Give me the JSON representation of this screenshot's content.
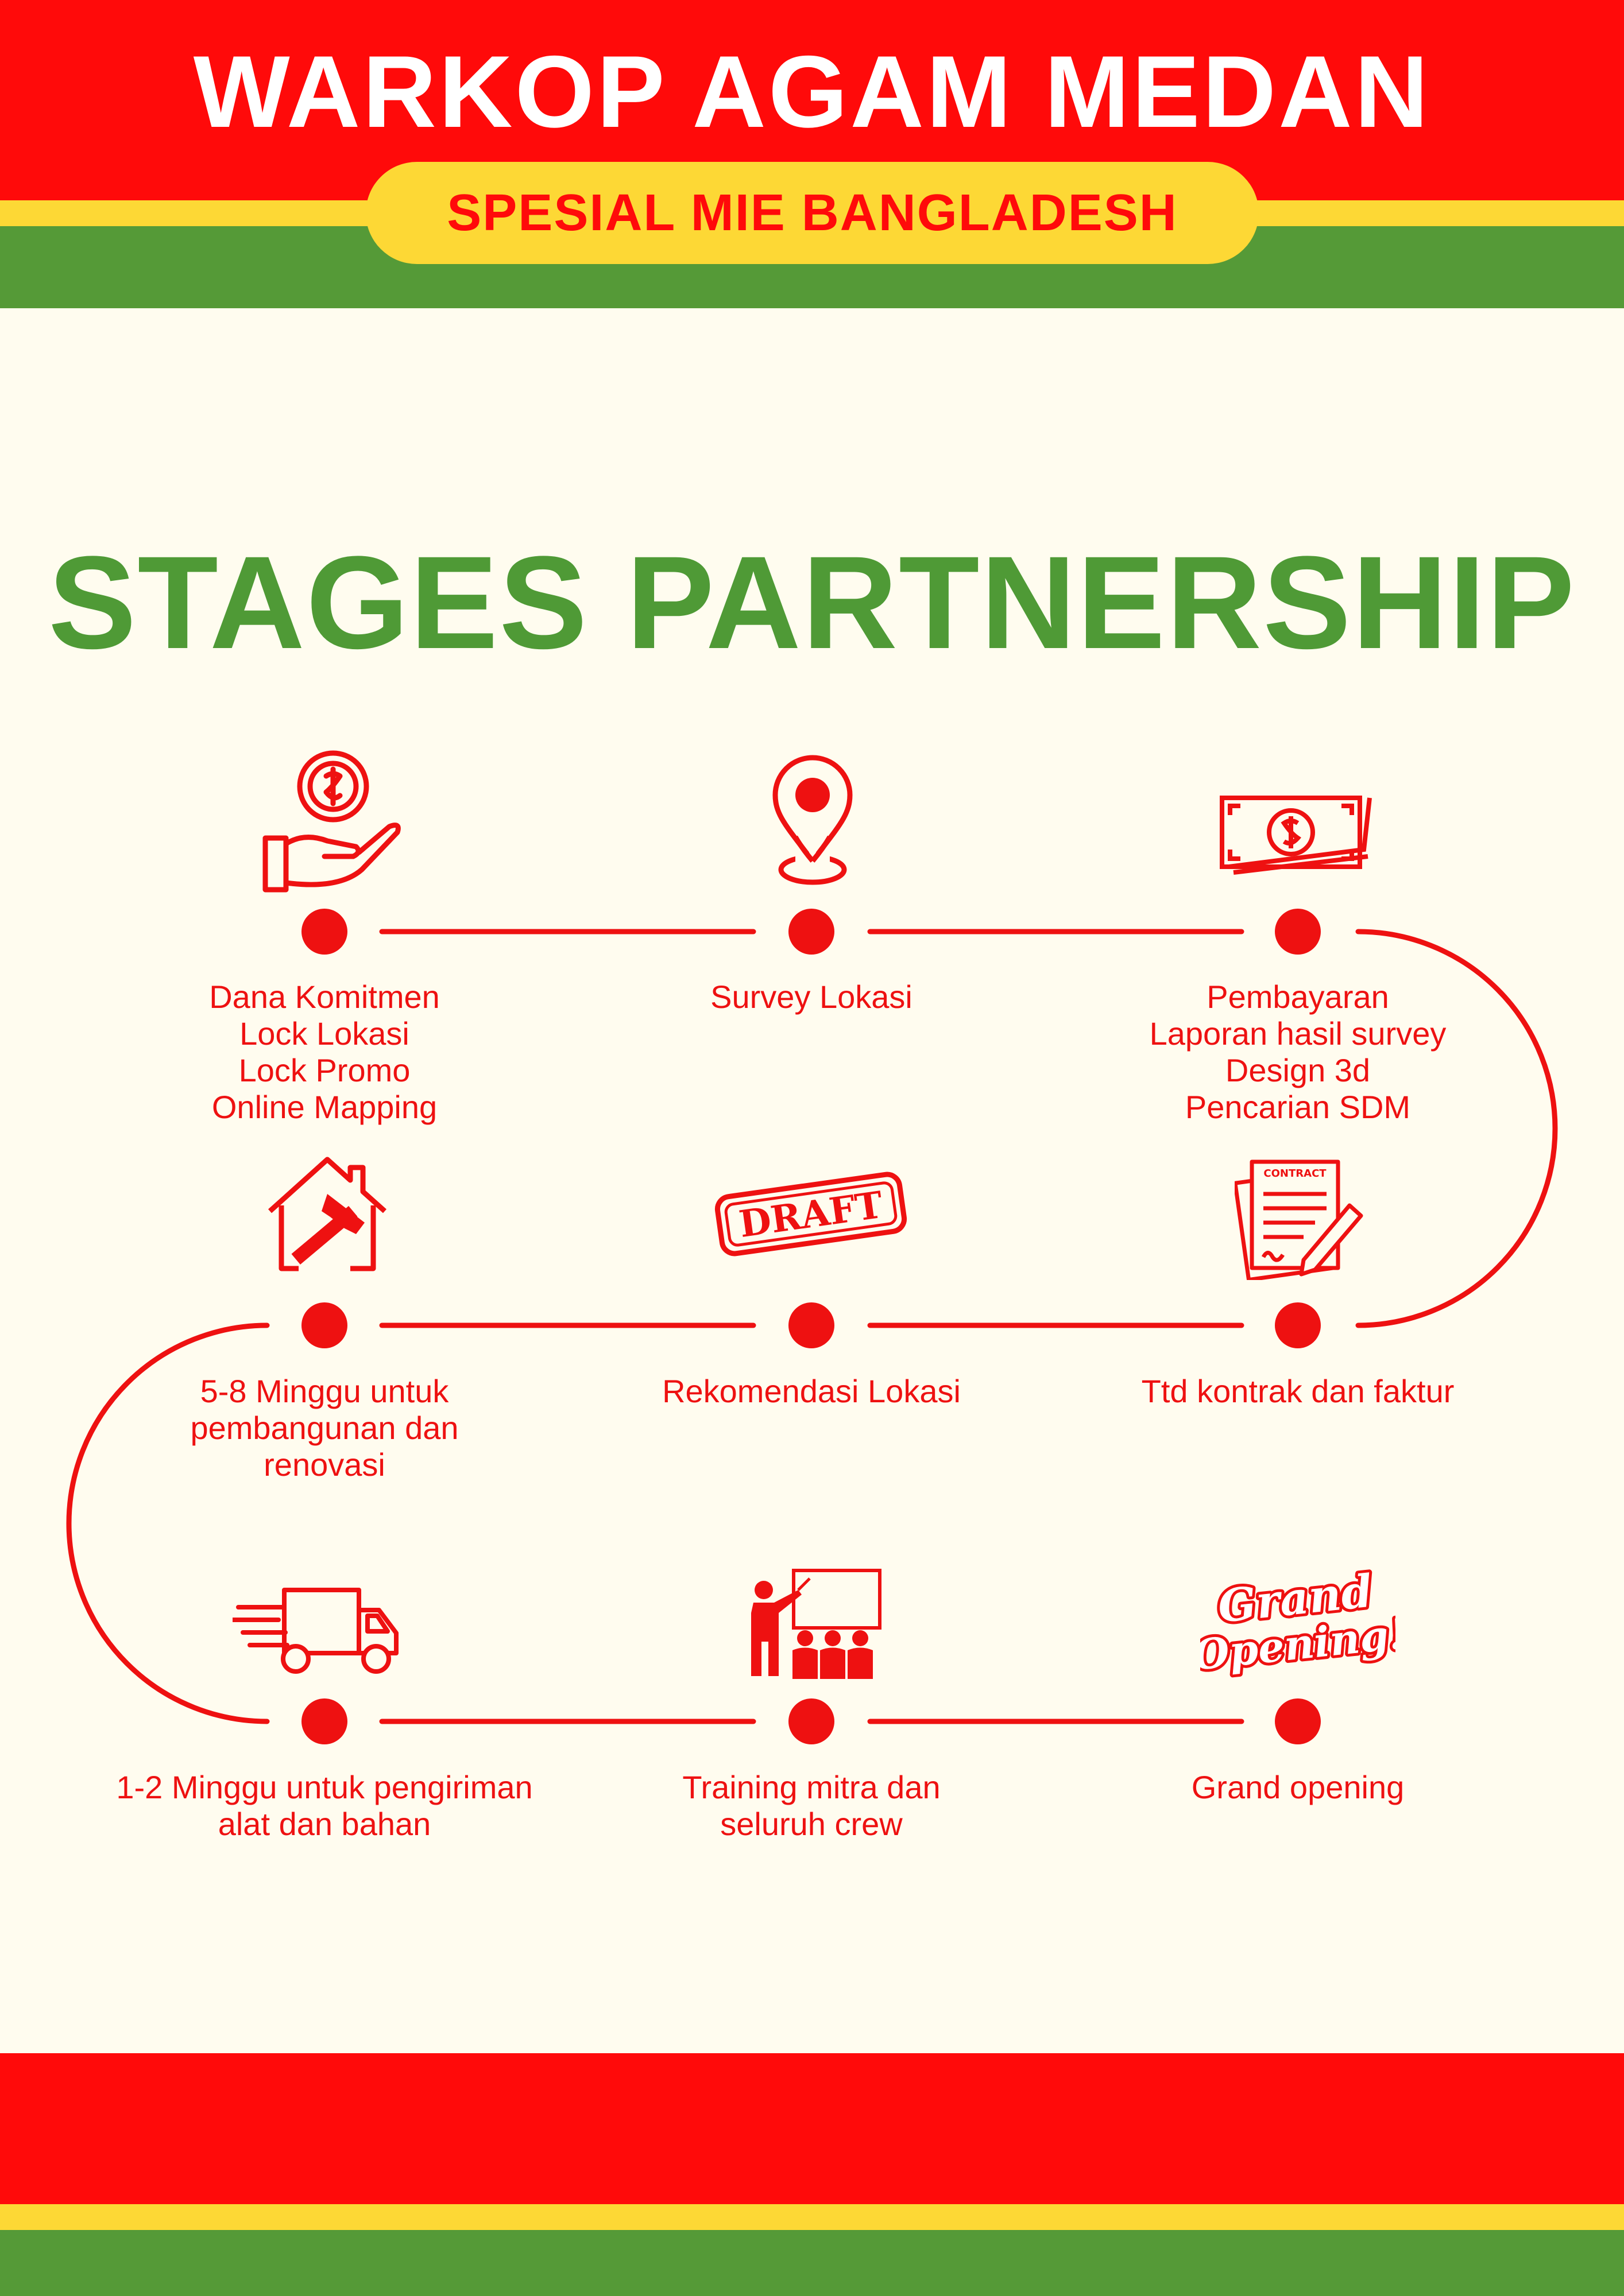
{
  "header": {
    "brand_name": "WARKOP AGAM MEDAN",
    "tagline": "SPESIAL MIE BANGLADESH"
  },
  "main": {
    "title": "STAGES PARTNERSHIP"
  },
  "icons": {
    "draft_stamp_text": "DRAFT",
    "contract_header": "CONTRACT",
    "grand_opening_line1": "Grand",
    "grand_opening_line2": "Opening!"
  },
  "stages": [
    {
      "id": "commitment",
      "icon": "hand-coin-icon",
      "lines": [
        "Dana Komitmen",
        "Lock Lokasi",
        "Lock Promo",
        "Online Mapping"
      ]
    },
    {
      "id": "survey",
      "icon": "location-pin-icon",
      "lines": [
        "Survey Lokasi"
      ]
    },
    {
      "id": "payment",
      "icon": "money-icon",
      "lines": [
        "Pembayaran",
        "Laporan hasil survey",
        "Design 3d",
        "Pencarian SDM"
      ]
    },
    {
      "id": "contract",
      "icon": "contract-icon",
      "lines": [
        "Ttd kontrak dan faktur"
      ]
    },
    {
      "id": "recommendation",
      "icon": "draft-stamp-icon",
      "lines": [
        "Rekomendasi Lokasi"
      ]
    },
    {
      "id": "construction",
      "icon": "house-hammer-icon",
      "lines": [
        "5-8 Minggu untuk",
        "pembangunan dan",
        "renovasi"
      ]
    },
    {
      "id": "shipping",
      "icon": "delivery-truck-icon",
      "lines": [
        "1-2 Minggu untuk pengiriman",
        "alat dan bahan"
      ]
    },
    {
      "id": "training",
      "icon": "training-icon",
      "lines": [
        "Training mitra dan",
        "seluruh crew"
      ]
    },
    {
      "id": "opening",
      "icon": "grand-opening-icon",
      "lines": [
        "Grand opening"
      ]
    }
  ],
  "colors": {
    "red": "#ff0a0a",
    "yellow": "#fdd835",
    "green": "#559a37",
    "title_green": "#4f9a36",
    "background": "#fffcef"
  }
}
